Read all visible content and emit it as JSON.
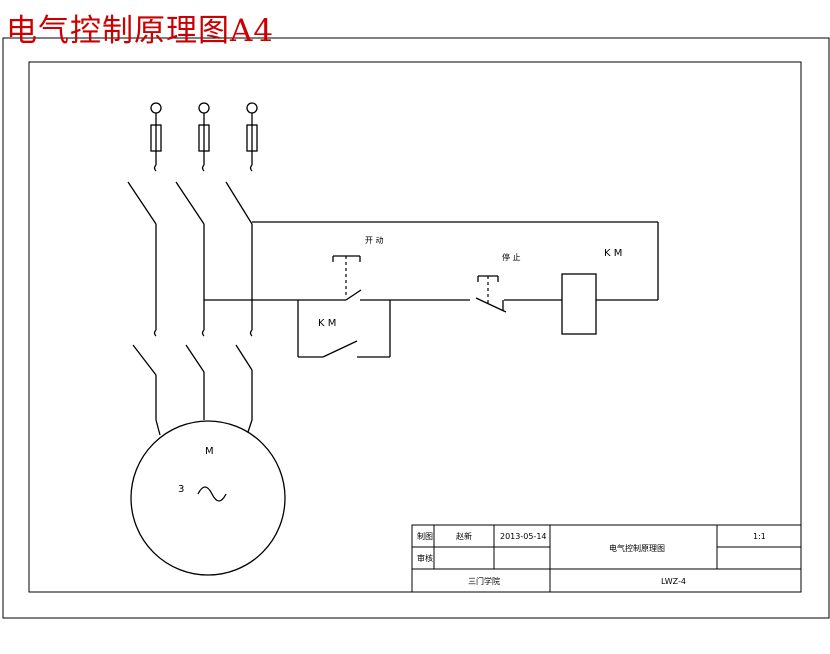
{
  "title": "电气控制原理图A4",
  "labels": {
    "start_button": "开 动",
    "stop_button": "停 止",
    "contactor_coil": "K M",
    "holding_contact": "K M",
    "motor": "M",
    "motor_phase": "3",
    "motor_ac_symbol": "~"
  },
  "title_block": {
    "role_label_1": "制图",
    "name_1": "赵新",
    "date": "2013-05-14",
    "drawing_name": "电气控制原理图",
    "scale": "1:1",
    "role_label_2": "审核",
    "unit": "三门学院",
    "drawing_number": "LWZ-4"
  },
  "colors": {
    "title": "#cc0000",
    "lines": "#000000"
  }
}
